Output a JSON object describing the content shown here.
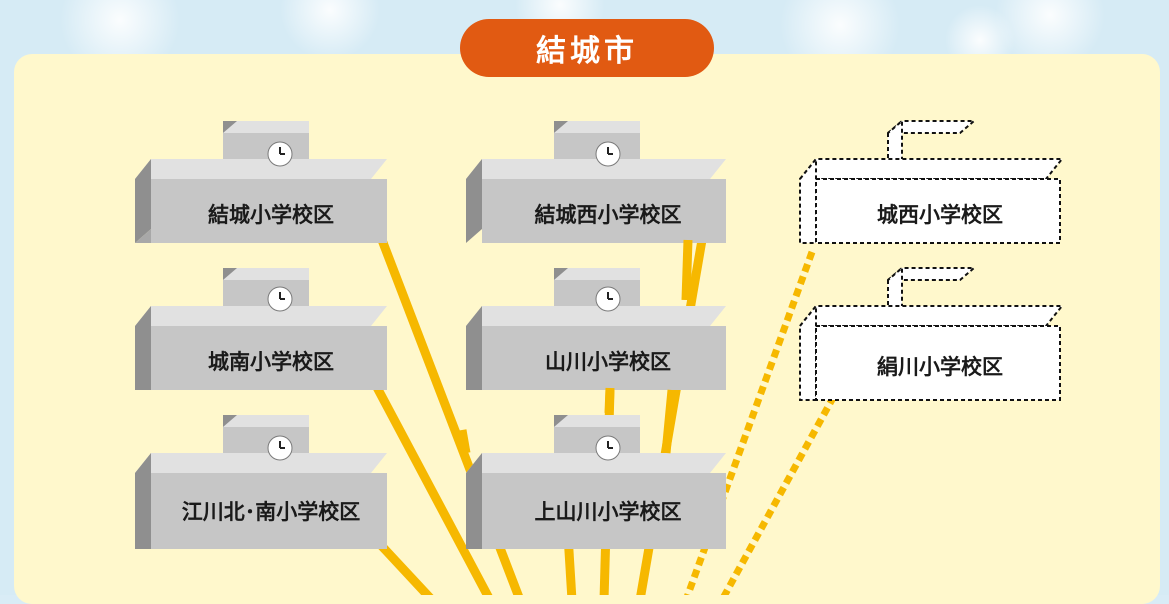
{
  "city": {
    "name": "結城市"
  },
  "schools": [
    {
      "label": "結城小学校区",
      "status": "current"
    },
    {
      "label": "結城西小学校区",
      "status": "current"
    },
    {
      "label": "城南小学校区",
      "status": "current"
    },
    {
      "label": "山川小学校区",
      "status": "current"
    },
    {
      "label": "江川北･南小学校区",
      "status": "current"
    },
    {
      "label": "上山川小学校区",
      "status": "current"
    },
    {
      "label": "城西小学校区",
      "status": "planned"
    },
    {
      "label": "絹川小学校区",
      "status": "planned"
    }
  ],
  "colors": {
    "banner": "#e15a12",
    "panel": "#fff8cc",
    "line": "#f6b800",
    "building_front": "#c6c6c6",
    "building_top": "#e1e1e1",
    "building_side": "#8f8f8f"
  },
  "icons": {
    "clock": "clock-icon"
  }
}
